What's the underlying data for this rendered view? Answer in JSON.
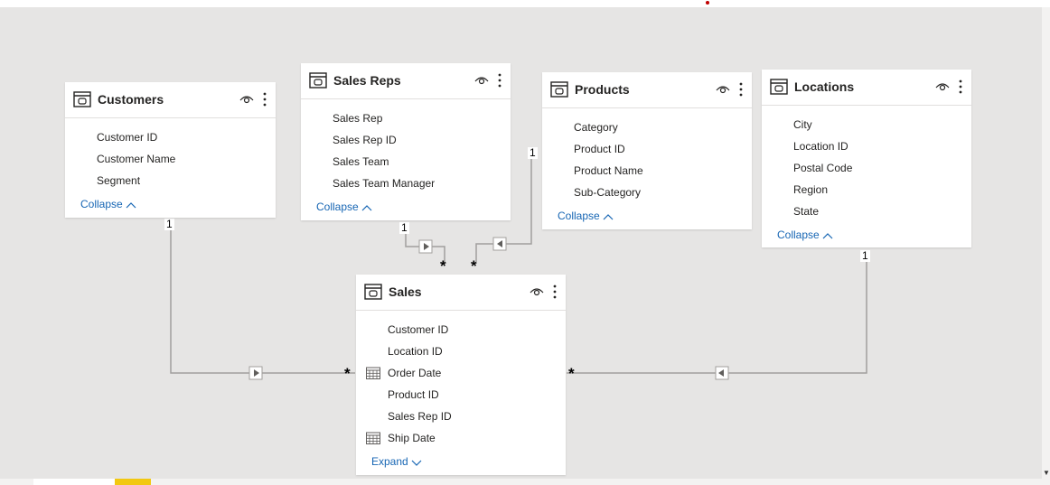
{
  "tables": {
    "customers": {
      "title": "Customers",
      "fields": [
        "Customer ID",
        "Customer Name",
        "Segment"
      ],
      "toggle": "Collapse"
    },
    "sales_reps": {
      "title": "Sales Reps",
      "fields": [
        "Sales Rep",
        "Sales Rep ID",
        "Sales Team",
        "Sales Team Manager"
      ],
      "toggle": "Collapse"
    },
    "products": {
      "title": "Products",
      "fields": [
        "Category",
        "Product ID",
        "Product Name",
        "Sub-Category"
      ],
      "toggle": "Collapse"
    },
    "locations": {
      "title": "Locations",
      "fields": [
        "City",
        "Location ID",
        "Postal Code",
        "Region",
        "State"
      ],
      "toggle": "Collapse"
    },
    "sales": {
      "title": "Sales",
      "fields": [
        "Customer ID",
        "Location ID",
        "Order Date",
        "Product ID",
        "Sales Rep ID",
        "Ship Date"
      ],
      "toggle": "Expand"
    }
  },
  "relationships": {
    "one": "1",
    "many": "*"
  },
  "icons": {
    "table": "table-icon",
    "visibility": "eye-icon",
    "more": "more-options-icon",
    "date_field": "calendar-icon",
    "collapse": "chevron-up-icon",
    "expand": "chevron-down-icon",
    "filter_direction": "arrow-triangle-icon"
  },
  "colors": {
    "canvas": "#e6e5e4",
    "link": "#1766b4",
    "line": "#a19f9d",
    "tab_accent": "#f2c811"
  }
}
